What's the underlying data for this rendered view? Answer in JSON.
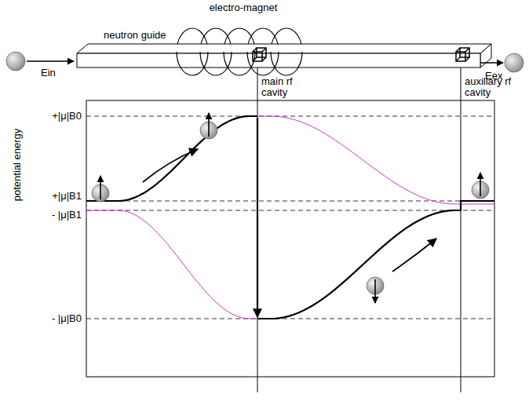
{
  "diagram": {
    "labels": [
      "electro-magnet",
      "neutron guide",
      "main rf cavity",
      "auxiliary rf cavity",
      "potential energy",
      "+|μ|B0",
      "+|μ|B1",
      "- |μ|B1",
      "- |μ|B0",
      "Ein",
      "Eex"
    ]
  }
}
